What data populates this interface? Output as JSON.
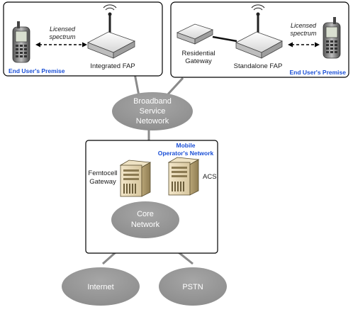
{
  "left_premise": {
    "label": "End User's Premise",
    "spectrum_line1": "Licensed",
    "spectrum_line2": "spectrum",
    "fap_label": "Integrated FAP"
  },
  "right_premise": {
    "label": "End User's Premise",
    "spectrum_line1": "Licensed",
    "spectrum_line2": "spectrum",
    "gateway_line1": "Residential",
    "gateway_line2": "Gateway",
    "fap_label": "Standalone FAP"
  },
  "broadband": {
    "line1": "Broadband",
    "line2": "Service",
    "line3": "Netowork"
  },
  "operator": {
    "label_line1": "Mobile",
    "label_line2": "Operator's Network",
    "femtocell_line1": "Femtocell",
    "femtocell_line2": "Gateway",
    "acs_label": "ACS",
    "core_line1": "Core",
    "core_line2": "Network"
  },
  "internet": {
    "label": "Internet"
  },
  "pstn": {
    "label": "PSTN"
  },
  "colors": {
    "ellipse": "#9a9a9a",
    "box_border": "#000000",
    "premise_label": "#1a4fd6",
    "connector": "#8a8a8a"
  }
}
